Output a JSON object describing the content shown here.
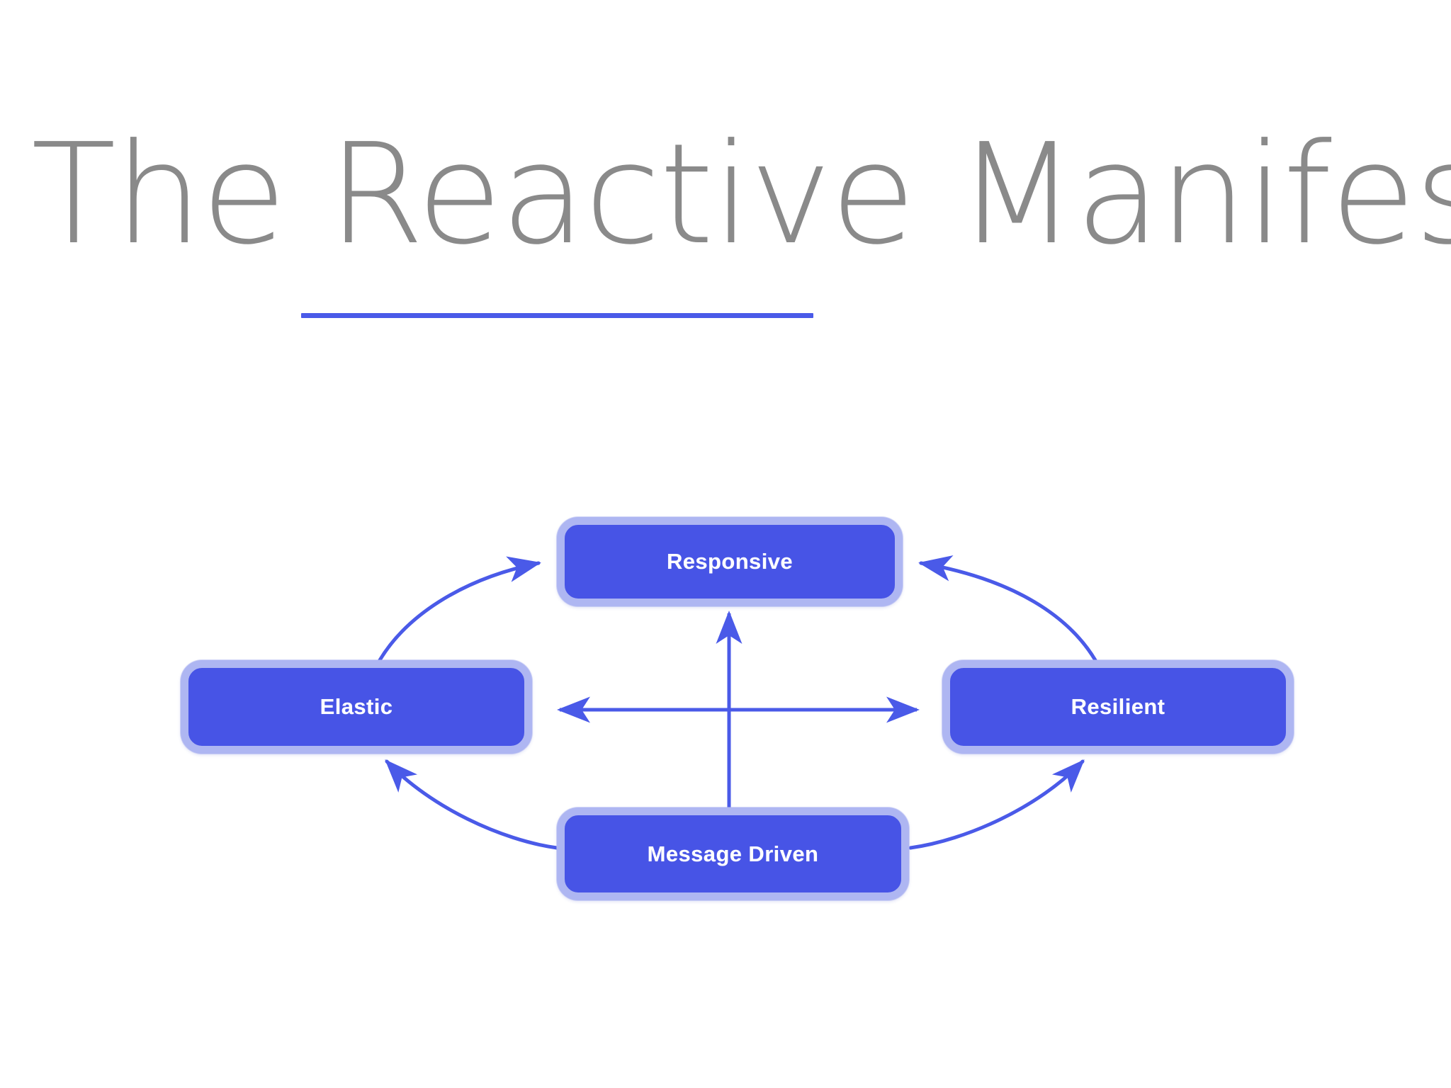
{
  "slide": {
    "background_color": "#ffffff",
    "title": "The Reactive Manifesto",
    "title_color": "#8a8a8a",
    "underline_color": "#4a5ae8",
    "accent_color": "#4754e6",
    "node_border_color": "#aeb6f2",
    "arrow_color": "#4a5ae8",
    "label_color": "#ffffff"
  },
  "diagram": {
    "type": "cycle-diagram",
    "nodes": [
      {
        "id": "responsive",
        "label": "Responsive"
      },
      {
        "id": "elastic",
        "label": "Elastic"
      },
      {
        "id": "resilient",
        "label": "Resilient"
      },
      {
        "id": "message-driven",
        "label": "Message Driven"
      }
    ],
    "connections": [
      {
        "from": "elastic",
        "to": "responsive",
        "style": "curved",
        "heads": "single"
      },
      {
        "from": "resilient",
        "to": "responsive",
        "style": "curved",
        "heads": "single"
      },
      {
        "from": "message-driven",
        "to": "elastic",
        "style": "curved",
        "heads": "single"
      },
      {
        "from": "message-driven",
        "to": "resilient",
        "style": "curved",
        "heads": "single"
      },
      {
        "from": "message-driven",
        "to": "responsive",
        "style": "straight-vertical",
        "heads": "single"
      },
      {
        "from": "elastic",
        "to": "resilient",
        "style": "straight-horizontal",
        "heads": "double"
      }
    ]
  }
}
